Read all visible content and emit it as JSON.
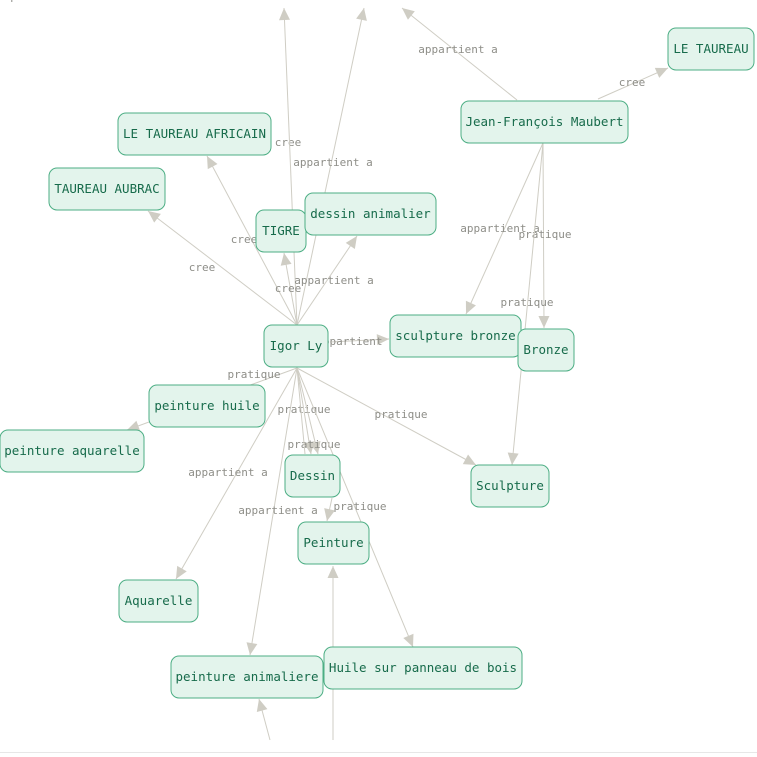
{
  "colors": {
    "node_fill": "#e3f4ec",
    "node_border": "#4cae84",
    "node_text": "#176b4b",
    "edge": "#cfcdc4",
    "edge_label": "#8e8e88"
  },
  "nodes": [
    {
      "id": "igor",
      "label": "Igor Ly"
    },
    {
      "id": "jfm",
      "label": "Jean-François Maubert"
    },
    {
      "id": "le_taureau",
      "label": "LE TAUREAU"
    },
    {
      "id": "taureau_africain",
      "label": "LE TAUREAU AFRICAIN"
    },
    {
      "id": "taureau_aubrac",
      "label": "TAUREAU AUBRAC"
    },
    {
      "id": "tigre",
      "label": "TIGRE"
    },
    {
      "id": "dessin_animalier",
      "label": "dessin animalier"
    },
    {
      "id": "sculpture_bronze",
      "label": "sculpture bronze"
    },
    {
      "id": "bronze",
      "label": "Bronze"
    },
    {
      "id": "peinture_huile",
      "label": "peinture huile"
    },
    {
      "id": "peinture_aquarelle",
      "label": "peinture aquarelle"
    },
    {
      "id": "dessin",
      "label": "Dessin"
    },
    {
      "id": "sculpture",
      "label": "Sculpture"
    },
    {
      "id": "peinture",
      "label": "Peinture"
    },
    {
      "id": "aquarelle",
      "label": "Aquarelle"
    },
    {
      "id": "peinture_animaliere",
      "label": "peinture animaliere"
    },
    {
      "id": "huile_panneau",
      "label": "Huile sur panneau de bois"
    }
  ],
  "edges": [
    {
      "label": "appartient a"
    },
    {
      "label": "cree"
    },
    {
      "label": "cree"
    },
    {
      "label": "appartient a"
    },
    {
      "label": "cree"
    },
    {
      "label": "cree"
    },
    {
      "label": "cree"
    },
    {
      "label": "appartient a"
    },
    {
      "label": "appartient a"
    },
    {
      "label": "pratique"
    },
    {
      "label": "appartient a"
    },
    {
      "label": "pratique"
    },
    {
      "label": "pratique"
    },
    {
      "label": "appartient a"
    },
    {
      "label": "appartient a"
    },
    {
      "label": "pratique"
    },
    {
      "label": "pratique"
    },
    {
      "label": "pratique"
    },
    {
      "label": "pratique"
    },
    {
      "label": "pratique"
    },
    {
      "label": ""
    },
    {
      "label": ""
    },
    {
      "label": ""
    }
  ]
}
